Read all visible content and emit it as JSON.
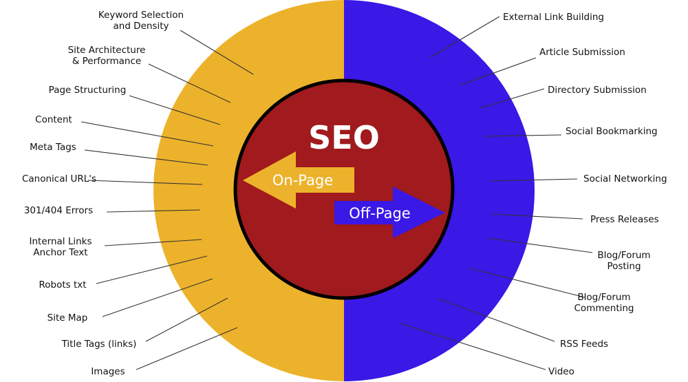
{
  "center": {
    "title": "SEO",
    "on_page_label": "On-Page",
    "off_page_label": "Off-Page"
  },
  "colors": {
    "on_page_half": "#EDB22B",
    "off_page_half": "#3A18E6",
    "center_circle": "#A01A1E",
    "title_text": "#FFFFFF",
    "on_page_arrow": "#EDB22B",
    "on_page_arrow_text": "#FFFFFF",
    "off_page_arrow": "#3A18E6",
    "off_page_arrow_text": "#FFFFFF"
  },
  "on_page_items": [
    "Keyword Selection\nand Density",
    "Site Architecture\n& Performance",
    "Page Structuring",
    "Content",
    "Meta Tags",
    "Canonical URL's",
    "301/404 Errors",
    "Internal Links\nAnchor Text",
    "Robots txt",
    "Site Map",
    "Title Tags (links)",
    "Images"
  ],
  "off_page_items": [
    "External Link Building",
    "Article Submission",
    "Directory Submission",
    "Social Bookmarking",
    "Social Networking",
    "Press Releases",
    "Blog/Forum\nPosting",
    "Blog/Forum\nCommenting",
    "RSS Feeds",
    "Video"
  ]
}
